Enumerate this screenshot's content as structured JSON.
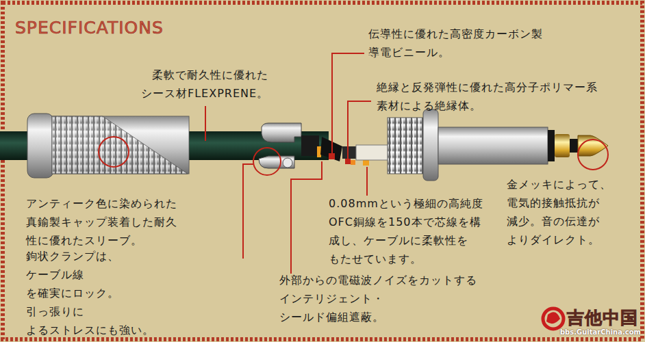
{
  "diagram": {
    "title": "SPECIFICATIONS",
    "labels": [
      "伝導性に優れた高密度カーボン製 導電ビニール。",
      "柔軟で耐久性に優れた シース材FLEXPRENE。",
      "絶縁と反発弾性に優れた高分子ポリマー系 素材による絶縁体。",
      "アンティーク色に染められた 真鍮製キャップ装着した耐久 性に優れたスリーブ。",
      "0.08mmという極細の高純度 OFC銅線を150本で芯線を構 成し、ケーブルに柔軟性を もたせています。",
      "金メッキによって、 電気的接触抵抗が 減少。音の伝達が よりダイレクト。",
      "鉤状クランプは、ケーブル線 を確実にロック。引っ張りに よるストレスにも強い。",
      "外部からの電磁波ノイズをカットする インテリジェント・シールド偏組遮蔽。",
      "吉他中国",
      "bbs.GuitarChina.com"
    ]
  }
}
